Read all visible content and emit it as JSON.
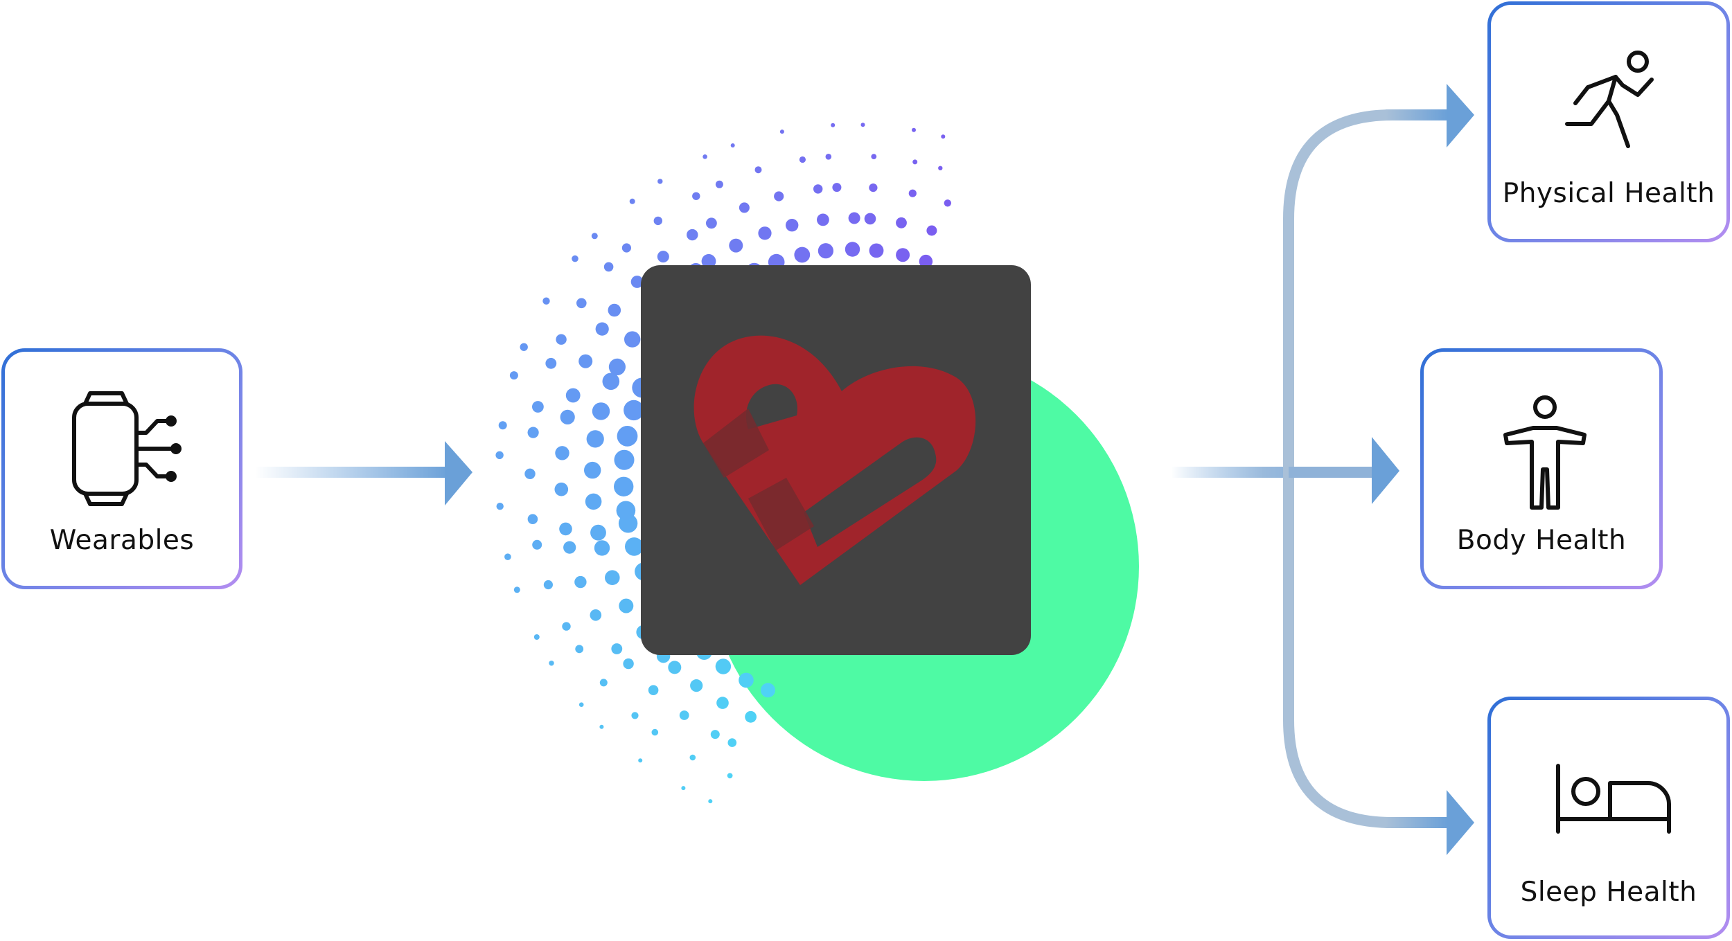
{
  "nodes": {
    "input": {
      "label": "Wearables",
      "icon": "smartwatch-data-icon"
    },
    "core": {
      "icon": "heart-b-logo"
    },
    "outputs": [
      {
        "label": "Physical Health",
        "icon": "running-person-icon"
      },
      {
        "label": "Body Health",
        "icon": "standing-person-icon"
      },
      {
        "label": "Sleep Health",
        "icon": "bed-icon"
      }
    ]
  },
  "colors": {
    "card_border_start": "#2f6fd6",
    "card_border_end": "#b38df0",
    "arrow": "#6aa0d8",
    "core_tile": "#424242",
    "heart": "#a0242b",
    "green_circle": "#4efaa4",
    "dots_start": "#4fd2f5",
    "dots_end": "#7b5cf0"
  }
}
